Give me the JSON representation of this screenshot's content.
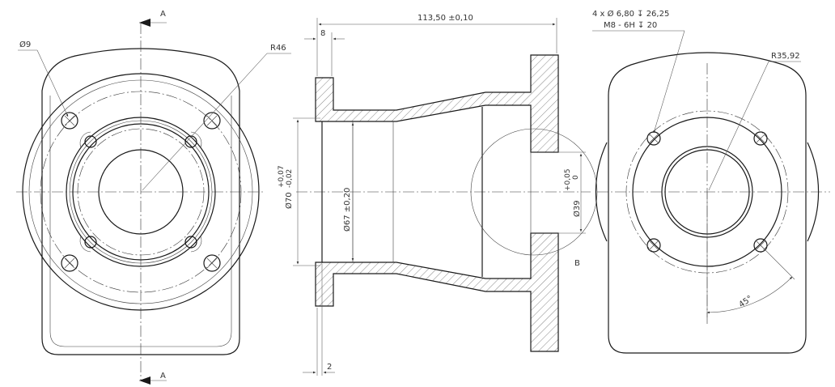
{
  "drawing": {
    "background": "#ffffff",
    "line_color": "#1a1a1a",
    "section_marks": {
      "top": "A",
      "bottom": "A",
      "detail": "B"
    },
    "left_view": {
      "dia_hole": "Ø9",
      "radius": "R46"
    },
    "section_view": {
      "length": "113,50 ±0,10",
      "flange_thk": "8",
      "step": "2",
      "dia70_label": "Ø70",
      "dia70_tol_upper": "+0,07",
      "dia70_tol_lower": "-0,02",
      "dia67": "Ø67 ±0,20",
      "dia39_label": "Ø39",
      "dia39_tol_upper": "+0,05",
      "dia39_tol_lower": "0"
    },
    "right_view": {
      "hole_callout_1": "4 x Ø 6,80 ↧ 26,25",
      "hole_callout_2": "M8 - 6H ↧ 20",
      "radius": "R35,92",
      "angle": "45°"
    }
  }
}
